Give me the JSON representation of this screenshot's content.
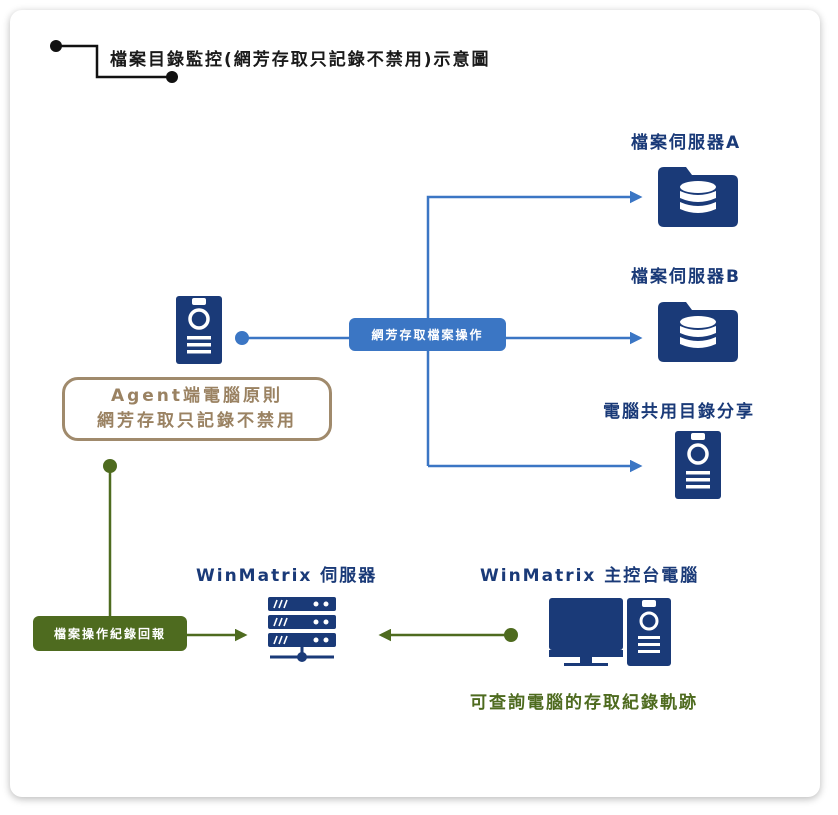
{
  "title": "檔案目錄監控(網芳存取只記錄不禁用)示意圖",
  "rule": {
    "line1": "Agent端電腦原則",
    "line2": "網芳存取只記錄不禁用"
  },
  "flow_label": "網芳存取檔案操作",
  "report_label": "檔案操作紀錄回報",
  "targets": {
    "server_a": "檔案伺服器A",
    "server_b": "檔案伺服器B",
    "share": "電腦共用目錄分享"
  },
  "winmatrix_server": "WinMatrix 伺服器",
  "winmatrix_console": "WinMatrix 主控台電腦",
  "console_caption": "可查詢電腦的存取紀錄軌跡",
  "colors": {
    "navy": "#1a3a78",
    "blue": "#3b76c4",
    "green": "#4e6b1f",
    "tan": "#a08a6c"
  }
}
